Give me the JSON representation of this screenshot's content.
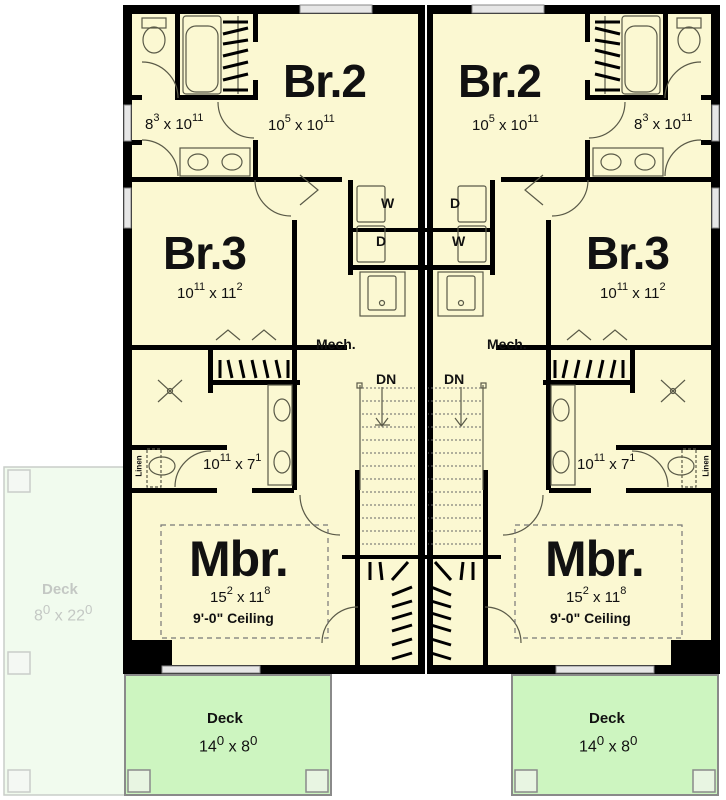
{
  "colors": {
    "floor": "#fbf8d2",
    "wall": "#000000",
    "deck": "#cdf5c0",
    "deck_faded": "#f1fbee",
    "fixture_line": "#6a6a55",
    "window": "#d8d8d8"
  },
  "units": [
    {
      "side": "left",
      "rooms": {
        "bath_upper": {
          "dim_a": "8",
          "dim_a_sup": "3",
          "x": "x",
          "dim_b": "10",
          "dim_b_sup": "11"
        },
        "br2": {
          "name": "Br.2",
          "dim_a": "10",
          "dim_a_sup": "5",
          "dim_b": "10",
          "dim_b_sup": "11"
        },
        "br3": {
          "name": "Br.3",
          "dim_a": "10",
          "dim_a_sup": "11",
          "dim_b": "11",
          "dim_b_sup": "2"
        },
        "master_bath": {
          "dim_a": "10",
          "dim_a_sup": "11",
          "dim_b": "7",
          "dim_b_sup": "1"
        },
        "mbr": {
          "name": "Mbr.",
          "dim_a": "15",
          "dim_a_sup": "2",
          "dim_b": "11",
          "dim_b_sup": "8",
          "ceiling": "9'-0\" Ceiling"
        },
        "mech": {
          "name": "Mech."
        },
        "stairs": {
          "label": "DN"
        },
        "laundry": {
          "top": "W",
          "bottom": "D"
        },
        "linen": {
          "label": "Linen"
        },
        "deck": {
          "name": "Deck",
          "dim_a": "14",
          "dim_a_sup": "0",
          "dim_b": "8",
          "dim_b_sup": "0"
        }
      }
    },
    {
      "side": "right",
      "rooms": {
        "bath_upper": {
          "dim_a": "8",
          "dim_a_sup": "3",
          "x": "x",
          "dim_b": "10",
          "dim_b_sup": "11"
        },
        "br2": {
          "name": "Br.2",
          "dim_a": "10",
          "dim_a_sup": "5",
          "dim_b": "10",
          "dim_b_sup": "11"
        },
        "br3": {
          "name": "Br.3",
          "dim_a": "10",
          "dim_a_sup": "11",
          "dim_b": "11",
          "dim_b_sup": "2"
        },
        "master_bath": {
          "dim_a": "10",
          "dim_a_sup": "11",
          "dim_b": "7",
          "dim_b_sup": "1"
        },
        "mbr": {
          "name": "Mbr.",
          "dim_a": "15",
          "dim_a_sup": "2",
          "dim_b": "11",
          "dim_b_sup": "8",
          "ceiling": "9'-0\" Ceiling"
        },
        "mech": {
          "name": "Mech."
        },
        "stairs": {
          "label": "DN"
        },
        "laundry": {
          "top": "D",
          "bottom": "W"
        },
        "linen": {
          "label": "Linen"
        },
        "deck": {
          "name": "Deck",
          "dim_a": "14",
          "dim_a_sup": "0",
          "dim_b": "8",
          "dim_b_sup": "0"
        }
      }
    }
  ],
  "side_deck": {
    "name": "Deck",
    "dim_a": "8",
    "dim_a_sup": "0",
    "dim_b": "22",
    "dim_b_sup": "0"
  },
  "x_sep": "x"
}
